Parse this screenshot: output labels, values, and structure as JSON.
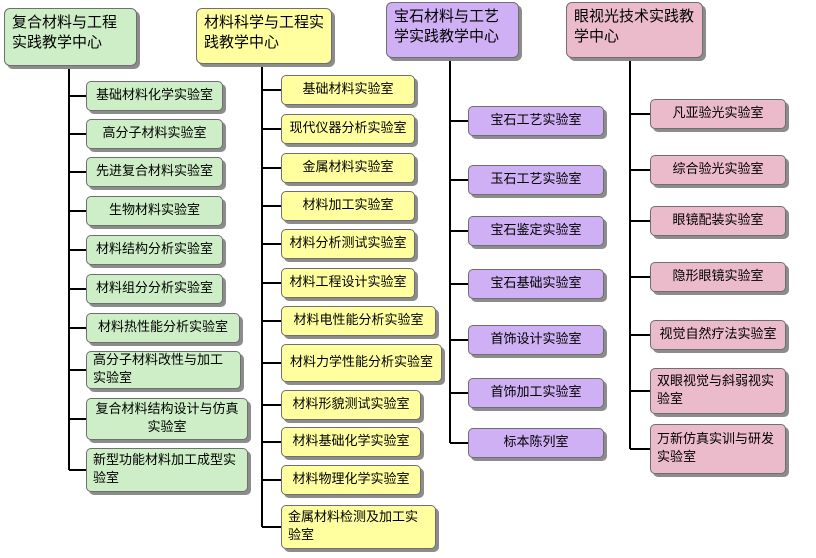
{
  "colors": {
    "green": "#cdeec6",
    "yellow": "#ffffa0",
    "purple": "#cfb0f4",
    "pink": "#ebbbcb",
    "line": "#000000"
  },
  "columns": [
    {
      "title": "复合材料与工程实践教学中心",
      "color": "green",
      "items": [
        "基础材料化学实验室",
        "高分子材料实验室",
        "先进复合材料实验室",
        "生物材料实验室",
        "材料结构分析实验室",
        "材料组分分析实验室",
        "材料热性能分析实验室",
        "高分子材料改性与加工实验室",
        "复合材料结构设计与仿真实验室",
        "新型功能材料加工成型实验室"
      ]
    },
    {
      "title": "材料科学与工程实践教学中心",
      "color": "yellow",
      "items": [
        "基础材料实验室",
        "现代仪器分析实验室",
        "金属材料实验室",
        "材料加工实验室",
        "材料分析测试实验室",
        "材料工程设计实验室",
        "材料电性能分析实验室",
        "材料力学性能分析实验室",
        "材料形貌测试实验室",
        "材料基础化学实验室",
        "材料物理化学实验室",
        "金属材料检测及加工实验室"
      ]
    },
    {
      "title": "宝石材料与工艺学实践教学中心",
      "color": "purple",
      "items": [
        "宝石工艺实验室",
        "玉石工艺实验室",
        "宝石鉴定实验室",
        "宝石基础实验室",
        "首饰设计实验室",
        "首饰加工实验室",
        "标本陈列室"
      ]
    },
    {
      "title": "眼视光技术实践教学中心",
      "color": "pink",
      "items": [
        "凡亚验光实验室",
        "综合验光实验室",
        "眼镜配装实验室",
        "隐形眼镜实验室",
        "视觉自然疗法实验室",
        "双眼视觉与斜弱视实验室",
        "万新仿真实训与研发实验室"
      ]
    }
  ]
}
